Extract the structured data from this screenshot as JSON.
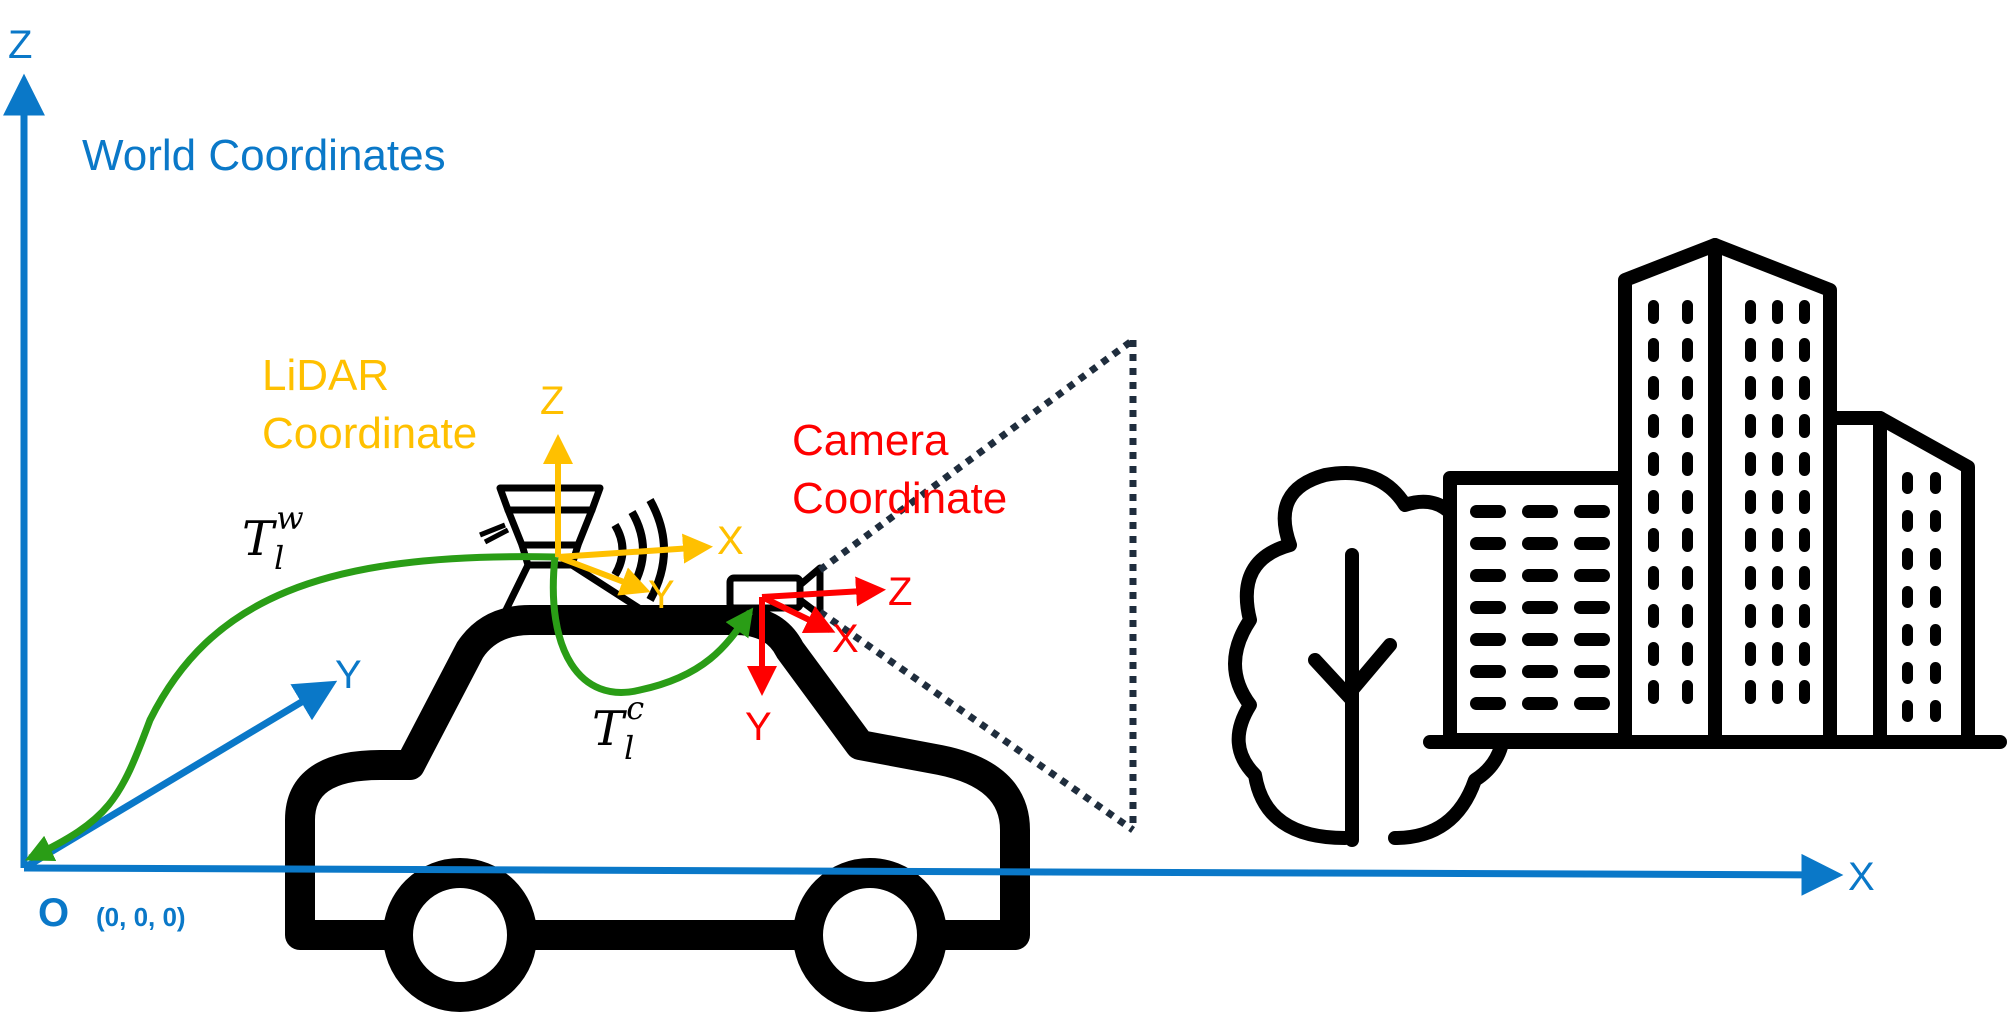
{
  "colors": {
    "world": "#0a78c8",
    "lidar": "#ffc000",
    "camera": "#ff0000",
    "transform": "#2a9d16",
    "ink": "#000000",
    "frustum": "#1f2d3d"
  },
  "world": {
    "title": "World Coordinates",
    "axis_z": "Z",
    "axis_x": "X",
    "axis_y": "Y",
    "origin_letter": "O",
    "origin_coords": "(0, 0, 0)"
  },
  "lidar": {
    "title_line1": "LiDAR",
    "title_line2": "Coordinate",
    "axis_z": "Z",
    "axis_x": "X",
    "axis_y": "Y"
  },
  "camera": {
    "title_line1": "Camera",
    "title_line2": "Coordinate",
    "axis_z": "Z",
    "axis_x": "X",
    "axis_y": "Y"
  },
  "transforms": {
    "lidar_to_world": {
      "base": "T",
      "sub": "l",
      "sup": "w"
    },
    "lidar_to_camera": {
      "base": "T",
      "sub": "l",
      "sup": "c"
    }
  },
  "icons": [
    "car-icon",
    "lidar-sensor-icon",
    "camera-icon",
    "tree-icon",
    "building-icon"
  ]
}
